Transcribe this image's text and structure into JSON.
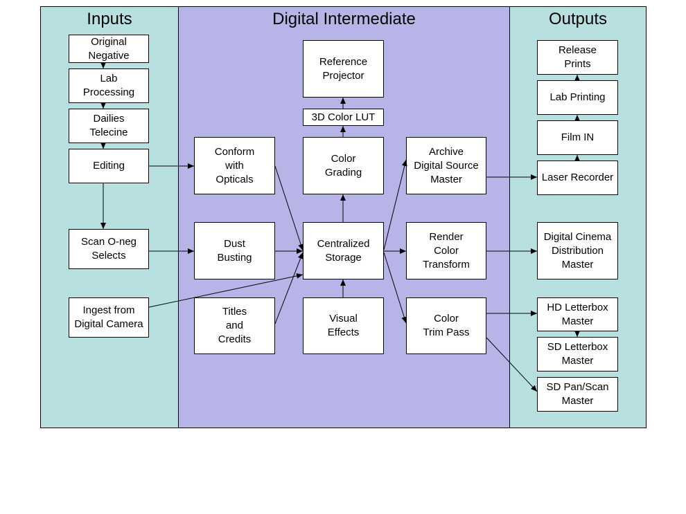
{
  "panels": {
    "inputs": {
      "title": "Inputs",
      "color": "#b9e0e0"
    },
    "digital_intermediate": {
      "title": "Digital Intermediate",
      "color": "#b7b5e8"
    },
    "outputs": {
      "title": "Outputs",
      "color": "#b9e0e0"
    }
  },
  "boxes": {
    "original_negative": "Original\nNegative",
    "lab_processing": "Lab\nProcessing",
    "dailies_telecine": "Dailies\nTelecine",
    "editing": "Editing",
    "scan_oneg_selects": "Scan O-neg\nSelects",
    "ingest_digital_camera": "Ingest from\nDigital Camera",
    "conform_opticals": "Conform\nwith\nOpticals",
    "dust_busting": "Dust\nBusting",
    "titles_credits": "Titles\nand\nCredits",
    "reference_projector": "Reference\nProjector",
    "color_lut": "3D Color LUT",
    "color_grading": "Color\nGrading",
    "centralized_storage": "Centralized\nStorage",
    "visual_effects": "Visual\nEffects",
    "archive_master": "Archive\nDigital Source\nMaster",
    "render_color_transform": "Render\nColor\nTransform",
    "color_trim_pass": "Color\nTrim Pass",
    "release_prints": "Release\nPrints",
    "lab_printing": "Lab Printing",
    "film_in": "Film IN",
    "laser_recorder": "Laser Recorder",
    "digital_cinema_master": "Digital Cinema\nDistribution\nMaster",
    "hd_letterbox": "HD Letterbox\nMaster",
    "sd_letterbox": "SD Letterbox\nMaster",
    "sd_panscan": "SD Pan/Scan\nMaster"
  }
}
